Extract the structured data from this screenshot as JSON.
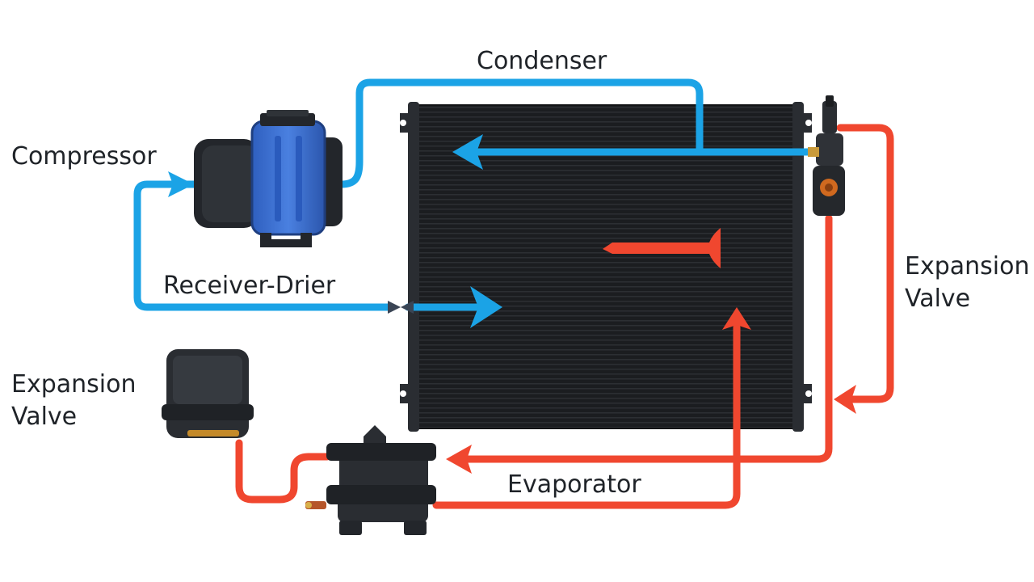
{
  "labels": {
    "condenser": "Condenser",
    "compressor": "Compressor",
    "receiver_drier": "Receiver-Drier",
    "expansion_valve_left": [
      "Expansion",
      "Valve"
    ],
    "expansion_valve_right": [
      "Expansion",
      "Valve"
    ],
    "evaporator": "Evaporator"
  },
  "colors": {
    "high_pressure_line": "#1ba3e6",
    "low_pressure_line": "#f0472f",
    "condenser_body": "#1b1d20",
    "compressor_body": "#3a6fd1",
    "component_dark": "#2a2d32",
    "label_text": "#1f2328"
  },
  "icons": {
    "condenser": "radiator-core",
    "compressor": "compressor-unit",
    "expansion_valve_block": "valve-block",
    "receiver_drier_box": "drier-canister",
    "evaporator_unit": "evaporator-unit"
  }
}
